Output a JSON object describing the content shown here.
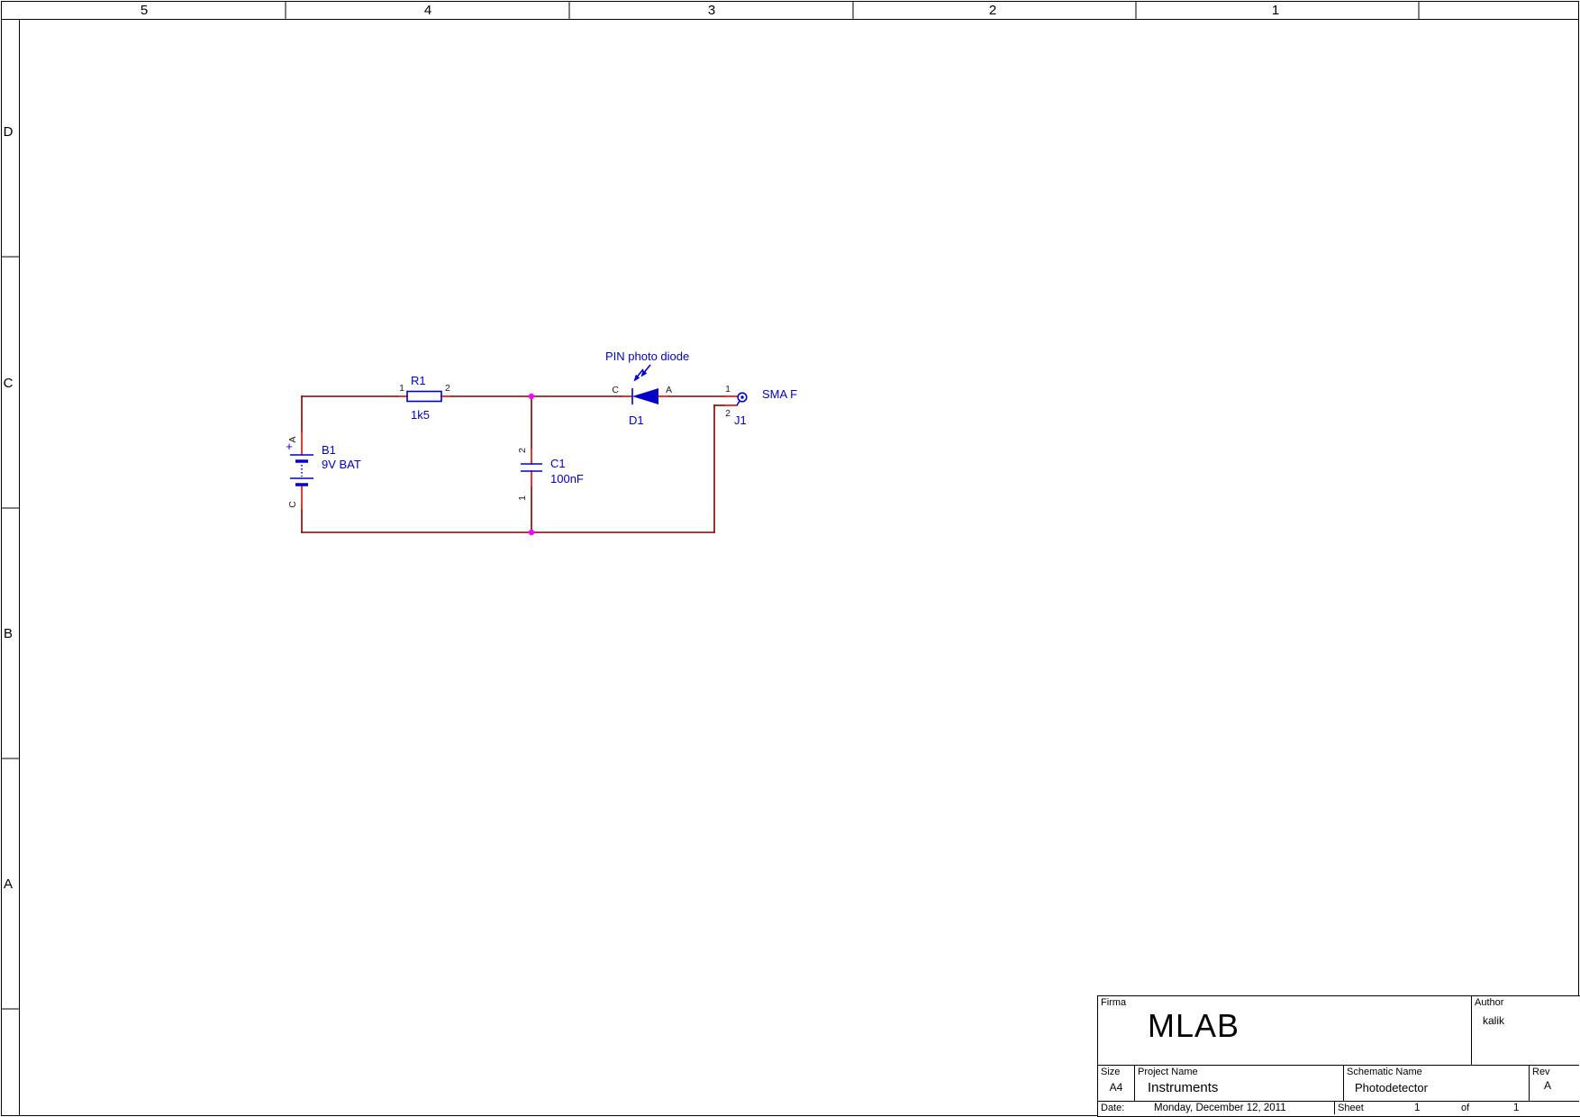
{
  "frame": {
    "columns": [
      "5",
      "4",
      "3",
      "2",
      "1"
    ],
    "rows": [
      "D",
      "C",
      "B",
      "A"
    ]
  },
  "circuit": {
    "battery": {
      "ref": "B1",
      "value": "9V BAT",
      "plus": "+",
      "pin_top": "A",
      "pin_bottom": "C"
    },
    "resistor": {
      "ref": "R1",
      "value": "1k5",
      "pin_left": "1",
      "pin_right": "2"
    },
    "capacitor": {
      "ref": "C1",
      "value": "100nF",
      "pin_top": "2",
      "pin_bottom": "1"
    },
    "photodiode": {
      "ref": "D1",
      "note": "PIN photo diode",
      "pin_cathode": "C",
      "pin_anode": "A"
    },
    "connector": {
      "ref": "J1",
      "type": "SMA F",
      "pin_signal": "1",
      "pin_ground": "2"
    }
  },
  "title_block": {
    "firma_label": "Firma",
    "firma": "MLAB",
    "author_label": "Author",
    "author": "kalik",
    "size_label": "Size",
    "size": "A4",
    "project_label": "Project Name",
    "project": "Instruments",
    "schematic_label": "Schematic Name",
    "schematic": "Photodetector",
    "rev_label": "Rev",
    "rev": "A",
    "date_label": "Date:",
    "date": "Monday, December 12, 2011",
    "sheet_label": "Sheet",
    "sheet_number": "1",
    "of_label": "of",
    "sheet_total": "1"
  },
  "colors": {
    "wire": "#7f0000",
    "pin": "#e60000",
    "symbol": "#0000c8",
    "junction": "#ff00ff",
    "label": "#0000c8",
    "frame": "#000000"
  }
}
